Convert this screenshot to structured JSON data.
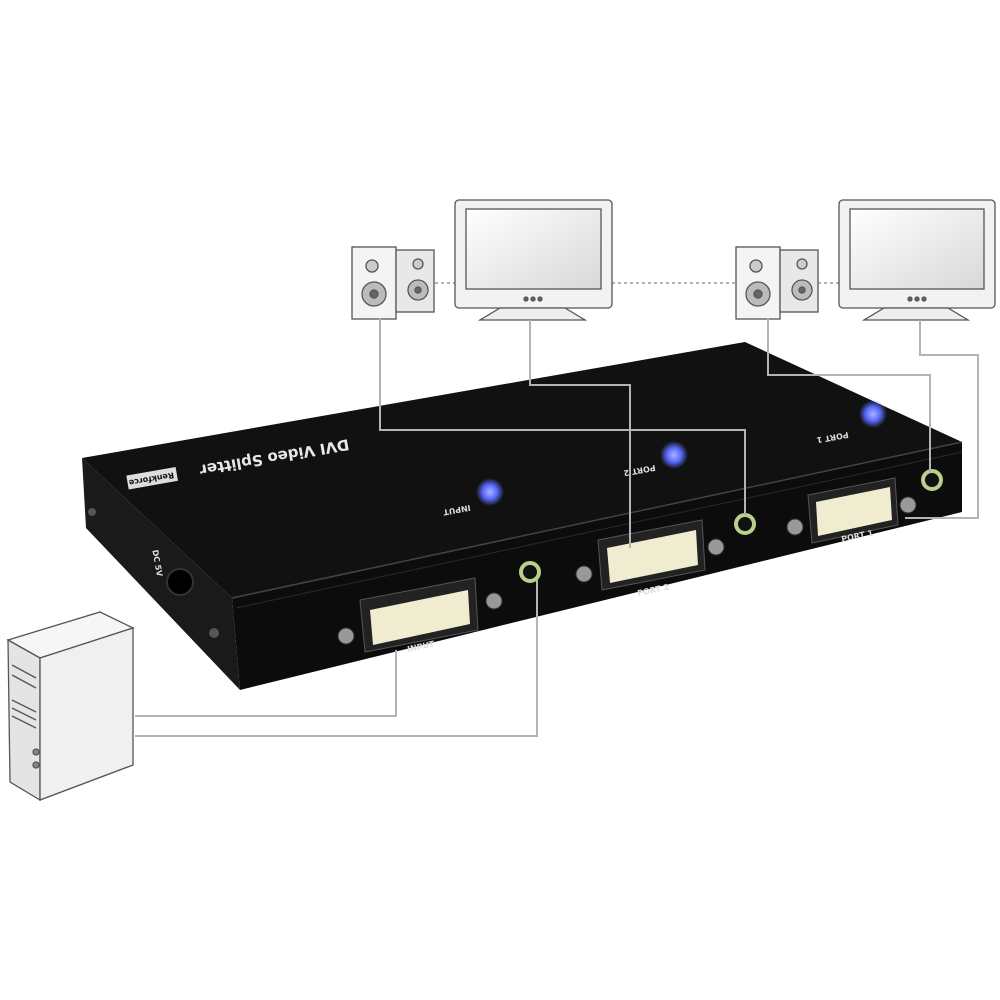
{
  "device": {
    "title": "DVI Video Splitter",
    "brand_badge": "Renkforce",
    "power_label": "DC 5V",
    "top_labels": {
      "input": "INPUT",
      "port2": "PORT 2",
      "port1": "PORT 1"
    },
    "front_labels": {
      "input": "INPUT",
      "port2": "PORT 2",
      "port1": "PORT 1"
    }
  },
  "colors": {
    "device_top": "#111111",
    "device_front": "#0c0c0c",
    "led": "#5a6cff",
    "dvi_connector": "#f0ecd0",
    "audio_jack": "#b8d08a",
    "cable": "#b4b4b4"
  }
}
